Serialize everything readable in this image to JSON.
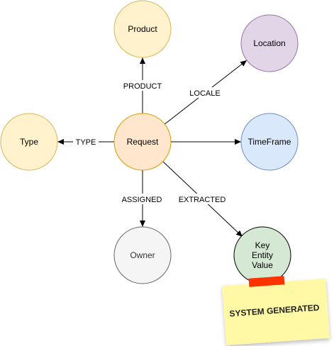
{
  "diagram": {
    "nodes": {
      "product": {
        "label": "Product",
        "fill": "#fff2cc",
        "stroke": "#d6b656"
      },
      "location": {
        "label": "Location",
        "fill": "#e1d5e7",
        "stroke": "#9673a6"
      },
      "type": {
        "label": "Type",
        "fill": "#fff2cc",
        "stroke": "#d6b656"
      },
      "request": {
        "label": "Request",
        "fill": "#ffe6cc",
        "stroke": "#d79b00"
      },
      "timeframe": {
        "label": "TimeFrame",
        "fill": "#dae8fc",
        "stroke": "#6c8ebf"
      },
      "owner": {
        "label": "Owner",
        "fill": "#f5f5f5",
        "stroke": "#666666"
      },
      "key_entity_value": {
        "label_lines": [
          "Key",
          "Entity",
          "Value"
        ],
        "fill": "#d5e8d4",
        "stroke": "#000000"
      }
    },
    "edges": {
      "product": "PRODUCT",
      "locale": "LOCALE",
      "type": "TYPE",
      "assigned": "ASSIGNED",
      "extracted": "EXTRACTED"
    },
    "note": {
      "text": "SYSTEM GENERATED",
      "fill": "#fff9a6",
      "tape_color": "#ff3300"
    }
  }
}
